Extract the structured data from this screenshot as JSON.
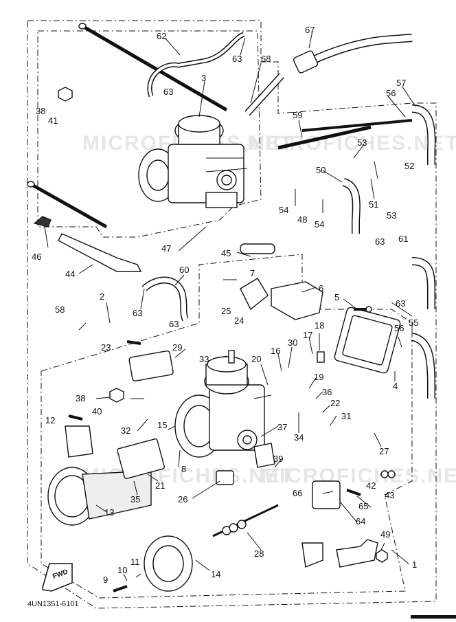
{
  "diagram_code": "4UN1351-6101",
  "direction_label": "FWD",
  "watermarks": [
    "MICROFICHES.NET",
    "MICROFICHES.NET"
  ],
  "part_numbers": [
    "1",
    "2",
    "3",
    "4",
    "5",
    "6",
    "7",
    "8",
    "9",
    "10",
    "11",
    "12",
    "13",
    "14",
    "15",
    "16",
    "17",
    "18",
    "19",
    "20",
    "21",
    "22",
    "23",
    "24",
    "25",
    "26",
    "27",
    "28",
    "29",
    "30",
    "31",
    "32",
    "33",
    "34",
    "35",
    "36",
    "37",
    "38",
    "38",
    "39",
    "40",
    "41",
    "42",
    "43",
    "44",
    "45",
    "46",
    "47",
    "48",
    "49",
    "50",
    "51",
    "52",
    "53",
    "53",
    "54",
    "54",
    "55",
    "56",
    "56",
    "57",
    "58",
    "59",
    "60",
    "61",
    "62",
    "63",
    "63",
    "63",
    "63",
    "63",
    "63",
    "64",
    "65",
    "66",
    "67",
    "68"
  ]
}
